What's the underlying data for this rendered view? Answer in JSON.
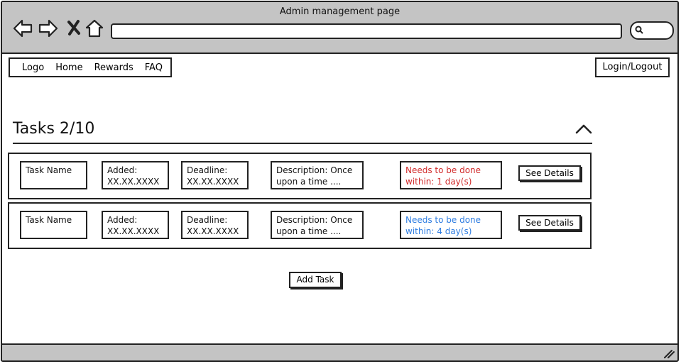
{
  "window": {
    "title": "Admin management page"
  },
  "topnav": {
    "items": [
      "Logo",
      "Home",
      "Rewards",
      "FAQ"
    ]
  },
  "auth": {
    "label": "Login/Logout"
  },
  "tasks": {
    "title": "Tasks 2/10",
    "rows": [
      {
        "name": "Task Name",
        "added_label": "Added:",
        "added_value": "XX.XX.XXXX",
        "deadline_label": "Deadline:",
        "deadline_value": "XX.XX.XXXX",
        "description_line1": "Description: Once",
        "description_line2": "upon a time ....",
        "need_line1": "Needs to be done",
        "need_line2": "within: 1 day(s)",
        "need_color": "#d12c2c",
        "details_label": "See Details"
      },
      {
        "name": "Task Name",
        "added_label": "Added:",
        "added_value": "XX.XX.XXXX",
        "deadline_label": "Deadline:",
        "deadline_value": "XX.XX.XXXX",
        "description_line1": "Description: Once",
        "description_line2": "upon a time ....",
        "need_line1": "Needs to be done",
        "need_line2": "within: 4 day(s)",
        "need_color": "#2f7de1",
        "details_label": "See Details"
      }
    ],
    "add_label": "Add Task"
  },
  "icons": [
    "back-arrow-icon",
    "forward-arrow-icon",
    "close-icon",
    "home-icon",
    "search-icon",
    "chevron-up-icon",
    "resize-grip-icon"
  ]
}
